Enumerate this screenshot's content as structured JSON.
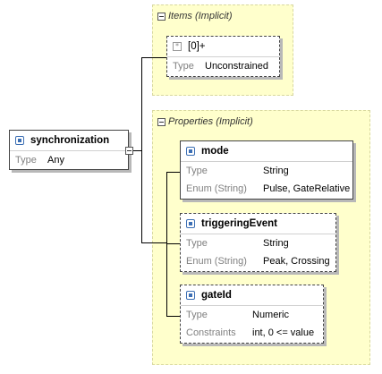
{
  "root": {
    "name": "synchronization",
    "props": [
      {
        "key": "Type",
        "value": "Any"
      }
    ]
  },
  "items_group": {
    "title": "Items (Implicit)",
    "node": {
      "name": "[0]+",
      "props": [
        {
          "key": "Type",
          "value": "Unconstrained"
        }
      ]
    }
  },
  "properties_group": {
    "title": "Properties (Implicit)",
    "nodes": [
      {
        "name": "mode",
        "props": [
          {
            "key": "Type",
            "value": "String"
          },
          {
            "key": "Enum (String)",
            "value": "Pulse, GateRelative"
          }
        ]
      },
      {
        "name": "triggeringEvent",
        "props": [
          {
            "key": "Type",
            "value": "String"
          },
          {
            "key": "Enum (String)",
            "value": "Peak, Crossing"
          }
        ]
      },
      {
        "name": "gateId",
        "props": [
          {
            "key": "Type",
            "value": "Numeric"
          },
          {
            "key": "Constraints",
            "value": "int, 0 <= value"
          }
        ]
      }
    ]
  },
  "colors": {
    "group_bg": "#ffffcc",
    "icon_blue": "#3c6fb4",
    "key_gray": "#808080"
  }
}
